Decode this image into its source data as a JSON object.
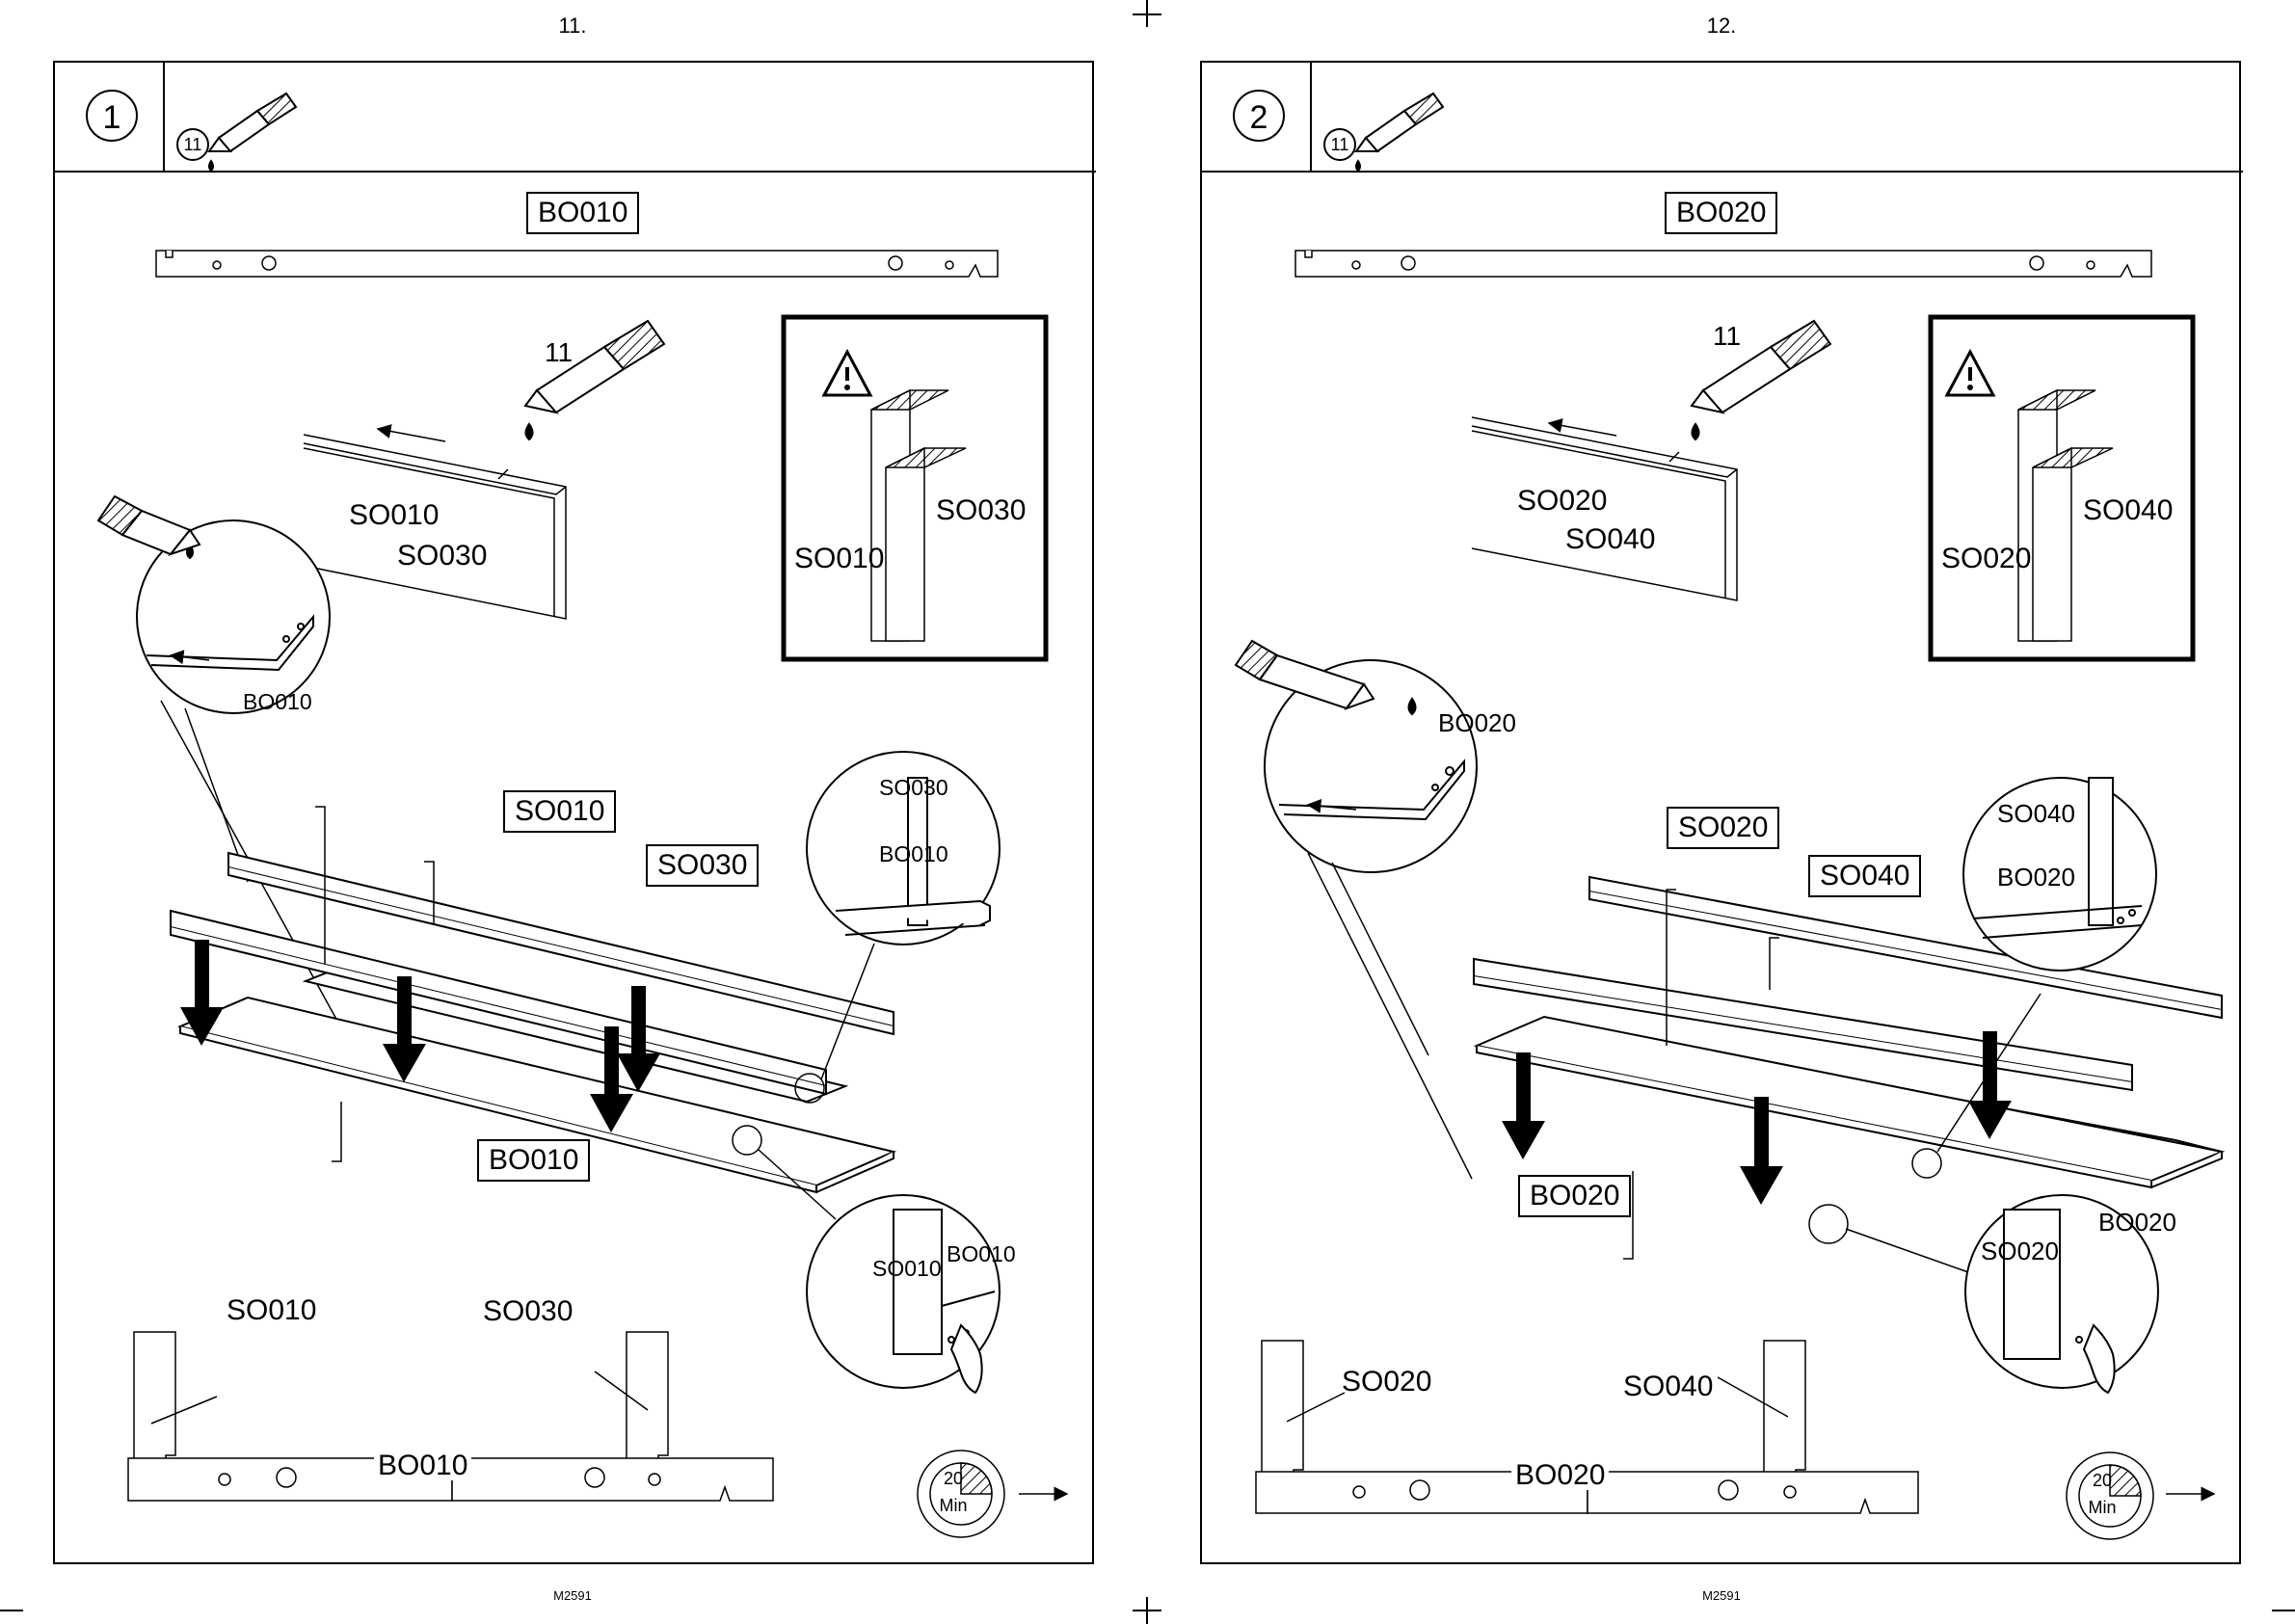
{
  "document": {
    "code": "M2591"
  },
  "pages": [
    {
      "page_number": "11.",
      "step_number": "1",
      "glue_part_number": "11",
      "top_rail_label": "BO010",
      "glue_tube_label": "11",
      "groove_part_a": "SO010",
      "groove_part_b": "SO030",
      "warning_left_label": "SO010",
      "warning_right_label": "SO030",
      "zoom_glue_label": "BO010",
      "zoom_top_right_upper": "SO030",
      "zoom_top_right_lower": "BO010",
      "callout_front_panel": "SO010",
      "callout_back_panel": "SO030",
      "callout_base": "BO010",
      "zoom_bottom_left": "SO010",
      "zoom_bottom_right": "BO010",
      "section_left_label": "SO010",
      "section_right_label": "SO030",
      "section_base_label": "BO010",
      "timer_minutes": "20",
      "timer_unit": "Min",
      "footer_code": "M2591"
    },
    {
      "page_number": "12.",
      "step_number": "2",
      "glue_part_number": "11",
      "top_rail_label": "BO020",
      "glue_tube_label": "11",
      "groove_part_a": "SO020",
      "groove_part_b": "SO040",
      "warning_left_label": "SO020",
      "warning_right_label": "SO040",
      "zoom_glue_label": "BO020",
      "zoom_top_right_upper": "SO040",
      "zoom_top_right_lower": "BO020",
      "callout_front_panel": "SO020",
      "callout_back_panel": "SO040",
      "callout_base": "BO020",
      "zoom_bottom_left": "SO020",
      "zoom_bottom_right": "BO020",
      "section_left_label": "SO020",
      "section_right_label": "SO040",
      "section_base_label": "BO020",
      "timer_minutes": "20",
      "timer_unit": "Min",
      "footer_code": "M2591"
    }
  ]
}
